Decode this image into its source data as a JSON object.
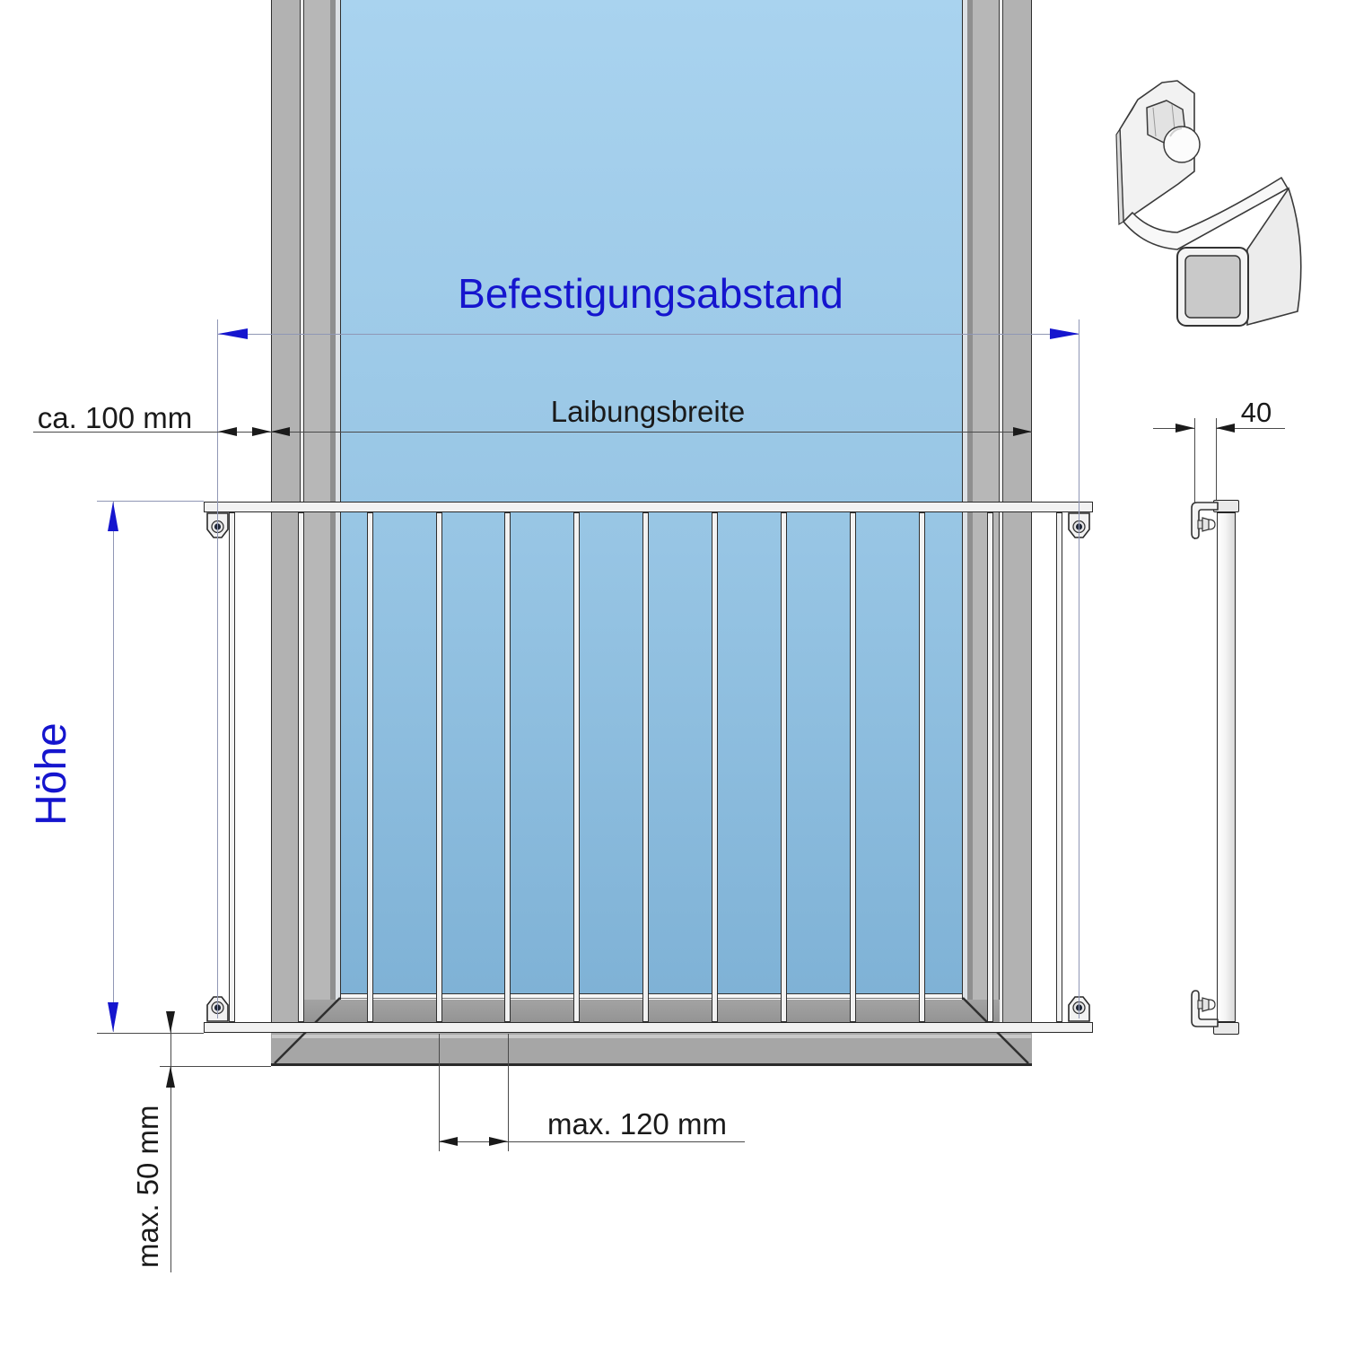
{
  "diagram": {
    "type": "technical-installation-drawing",
    "subject": "French balcony railing fixed inside a window reveal: front view, side profile view and 3D fastening-bracket detail",
    "labels": {
      "fastening_distance": "Befestigungsabstand",
      "reveal_width": "Laibungsbreite",
      "wall_offset": "ca. 100 mm",
      "height": "Höhe",
      "bottom_clearance": "max. 50 mm",
      "bar_spacing": "max. 120 mm",
      "post_depth": "40"
    },
    "railing": {
      "bar_count": 13
    },
    "colors": {
      "accent-blue": "#1515ce",
      "dim-blue-line": "#9097b5",
      "dim-black-line": "#4a4a4a",
      "arrow-black": "#1a1a1a",
      "glass-top": "#a9d3ef",
      "glass-bottom": "#7fb2d6",
      "frame-gray": "#b2b2b2",
      "frame-gray-2": "#b7b7b7",
      "frame-dark": "#8f8f8f",
      "sill-gray": "#a6a6a6",
      "steel-face": "#f2f2f2",
      "outline": "#2a2a2a"
    }
  }
}
